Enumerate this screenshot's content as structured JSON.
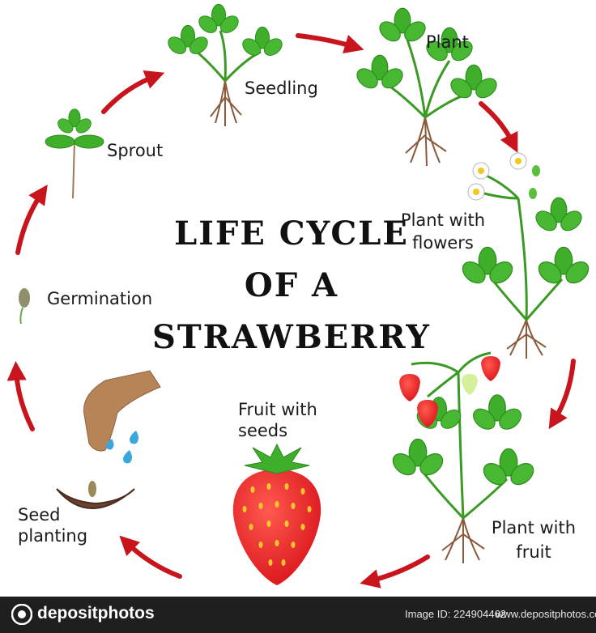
{
  "title": {
    "line1": "LIFE CYCLE",
    "line2": "OF A",
    "line3": "STRAWBERRY"
  },
  "stages": {
    "sprout": "Sprout",
    "seedling": "Seedling",
    "plant": "Plant",
    "plant_with_flowers_1": "Plant with",
    "plant_with_flowers_2": "flowers",
    "plant_with_fruit_1": "Plant with",
    "plant_with_fruit_2": "fruit",
    "fruit_with_seeds_1": "Fruit with",
    "fruit_with_seeds_2": "seeds",
    "seed_planting_1": "Seed",
    "seed_planting_2": "planting",
    "germination": "Germination"
  },
  "footer": {
    "brand": "depositphotos",
    "image_id": "Image ID: 224904462",
    "site": "www.depositphotos.com"
  },
  "colors": {
    "arrow": "#c8141c",
    "leaf": "#3fae2a",
    "leaf_dark": "#2b8a1c",
    "berry": "#e8262c",
    "root": "#8a5a3a"
  }
}
